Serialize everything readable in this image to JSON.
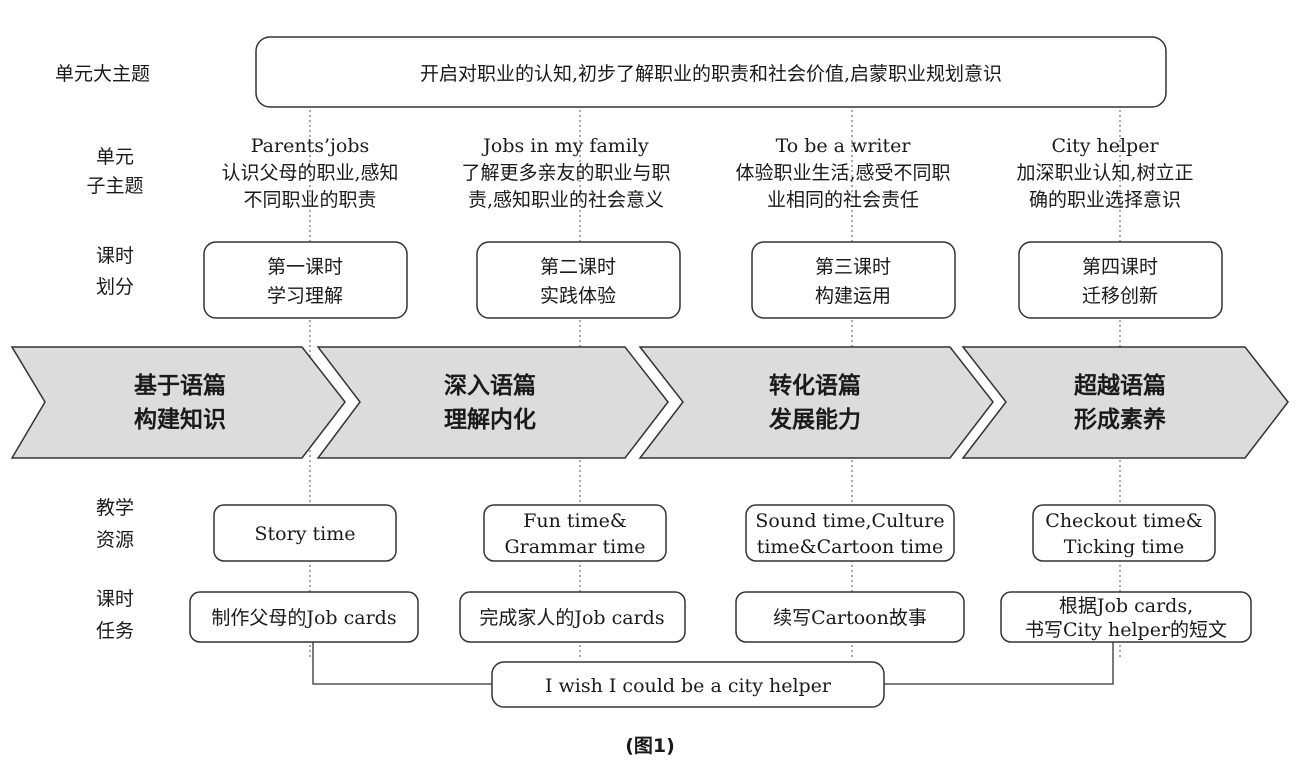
{
  "unit_theme": {
    "label": "单元大主题",
    "text": "开启对职业的认知,初步了解职业的职责和社会价值,启蒙职业规划意识"
  },
  "sub_theme_label": [
    "单元",
    "子主题"
  ],
  "sub_themes": [
    {
      "title": "Parents’jobs",
      "lines": [
        "认识父母的职业,感知",
        "不同职业的职责"
      ]
    },
    {
      "title": "Jobs in my family",
      "lines": [
        "了解更多亲友的职业与职",
        "责,感知职业的社会意义"
      ]
    },
    {
      "title": "To be a writer",
      "lines": [
        "体验职业生活,感受不同职",
        "业相同的社会责任"
      ]
    },
    {
      "title": "City helper",
      "lines": [
        "加深职业认知,树立正",
        "确的职业选择意识"
      ]
    }
  ],
  "lesson_label": [
    "课时",
    "划分"
  ],
  "lessons": [
    [
      "第一课时",
      "学习理解"
    ],
    [
      "第二课时",
      "实践体验"
    ],
    [
      "第三课时",
      "构建运用"
    ],
    [
      "第四课时",
      "迁移创新"
    ]
  ],
  "stages": [
    [
      "基于语篇",
      "构建知识"
    ],
    [
      "深入语篇",
      "理解内化"
    ],
    [
      "转化语篇",
      "发展能力"
    ],
    [
      "超越语篇",
      "形成素养"
    ]
  ],
  "resource_label": [
    "教学",
    "资源"
  ],
  "resources": [
    [
      "Story time"
    ],
    [
      "Fun time&",
      "Grammar time"
    ],
    [
      "Sound time,Culture",
      "time&Cartoon time"
    ],
    [
      "Checkout time&",
      "Ticking time"
    ]
  ],
  "task_label": [
    "课时",
    "任务"
  ],
  "tasks": [
    [
      "制作父母的Job cards"
    ],
    [
      "完成家人的Job cards"
    ],
    [
      "续写Cartoon故事"
    ],
    [
      "根据Job cards,",
      "书写City helper的短文"
    ]
  ],
  "final_task": "I wish I could be a city helper",
  "caption": "(图1)",
  "colors": {
    "chevron_fill": "#dcdcdc",
    "stroke": "#333333",
    "text": "#1a1a1a"
  }
}
